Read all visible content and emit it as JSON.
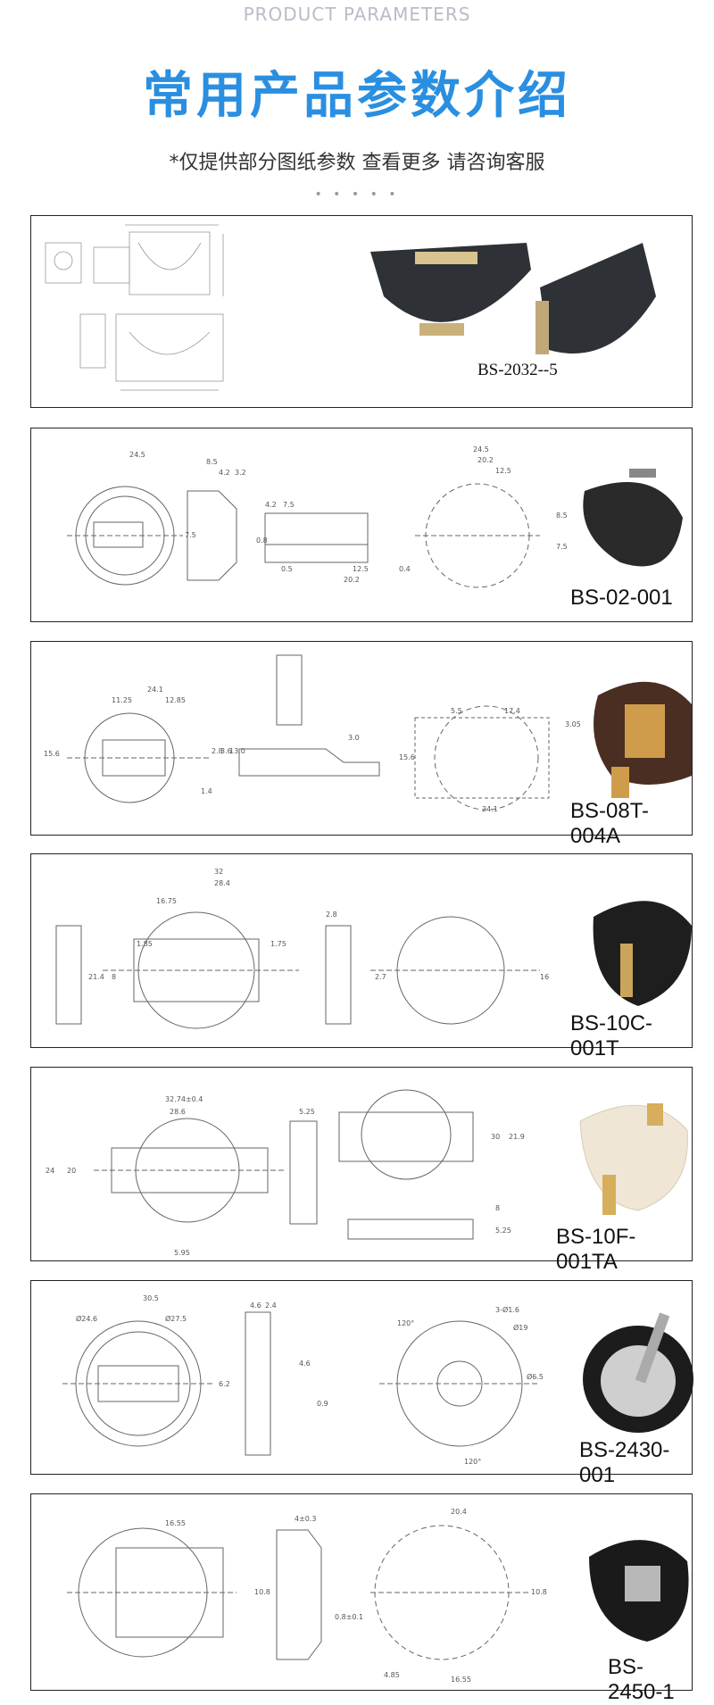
{
  "header": {
    "subtitle_en": "PRODUCT PARAMETERS",
    "title_cn": "常用产品参数介绍",
    "note_cn": "*仅提供部分图纸参数 查看更多 请咨询客服",
    "dots": "• • • • •"
  },
  "products": [
    {
      "model": "BS-2032--5"
    },
    {
      "model": "BS-02-001",
      "dims": [
        "24.5",
        "8.5",
        "4.2",
        "3.2",
        "7.5",
        "0.8",
        "4.2",
        "7.5",
        "0.5",
        "12.5",
        "20.2",
        "24.5",
        "20.2",
        "12.5",
        "0.4",
        "8.5",
        "7.5"
      ]
    },
    {
      "model": "BS-08T-004A",
      "dims": [
        "24.1",
        "11.25",
        "12.85",
        "15.6",
        "2.8",
        "3.6",
        "13.0",
        "1.4",
        "3.0",
        "17.4",
        "5.5",
        "3.05",
        "15.6",
        "24.1"
      ]
    },
    {
      "model": "BS-10C-001T",
      "dims": [
        "32",
        "28.4",
        "16.75",
        "1.85",
        "1.75",
        "2.8",
        "21.4",
        "8",
        "16",
        "2.7"
      ]
    },
    {
      "model": "BS-10F-001TA",
      "dims": [
        "32.74±0.4",
        "28.6",
        "5.25",
        "24",
        "20",
        "30",
        "21.9",
        "5.95",
        "8",
        "5.25"
      ]
    },
    {
      "model": "BS-2430-001",
      "dims": [
        "30.5",
        "Ø24.6",
        "Ø27.5",
        "4.6",
        "2.4",
        "6.2",
        "4.6",
        "0.9",
        "3-Ø1.6",
        "Ø19",
        "Ø6.5",
        "120°",
        "120°"
      ]
    },
    {
      "model": "BS-2450-1",
      "dims": [
        "16.55",
        "4±0.3",
        "20.4",
        "10.8",
        "0.8±0.1",
        "10.8",
        "4.85",
        "16.55"
      ]
    }
  ]
}
